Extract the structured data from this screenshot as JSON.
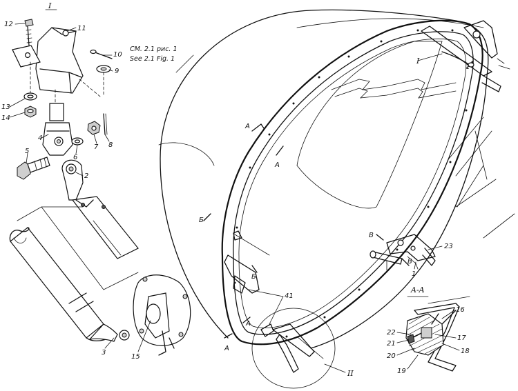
{
  "diagram": {
    "detail_I_title": "I",
    "detail_II_title": "II",
    "section_title": "A-A",
    "note_line1": "СМ. 2.1 рис. 1",
    "note_line2": "See 2.1 Fig. 1",
    "callouts": {
      "n1a": "1",
      "n1b": "1",
      "n2": "2",
      "n3": "3",
      "n4": "4",
      "n5": "5",
      "n6": "6",
      "n7": "7",
      "n8": "8",
      "n9": "9",
      "n10": "10",
      "n11": "11",
      "n12": "12",
      "n13": "13",
      "n14": "14",
      "n15": "15",
      "n16": "16",
      "n17": "17",
      "n18": "18",
      "n19": "19",
      "n20": "20",
      "n21": "21",
      "n22": "22",
      "n23": "23",
      "n41": "41",
      "roman_I": "I"
    },
    "section_marks": {
      "A1": "A",
      "A2": "A",
      "A3": "A",
      "A4": "A",
      "B1": "Б",
      "B2": "Б",
      "V1": "B",
      "V2": "B"
    }
  }
}
